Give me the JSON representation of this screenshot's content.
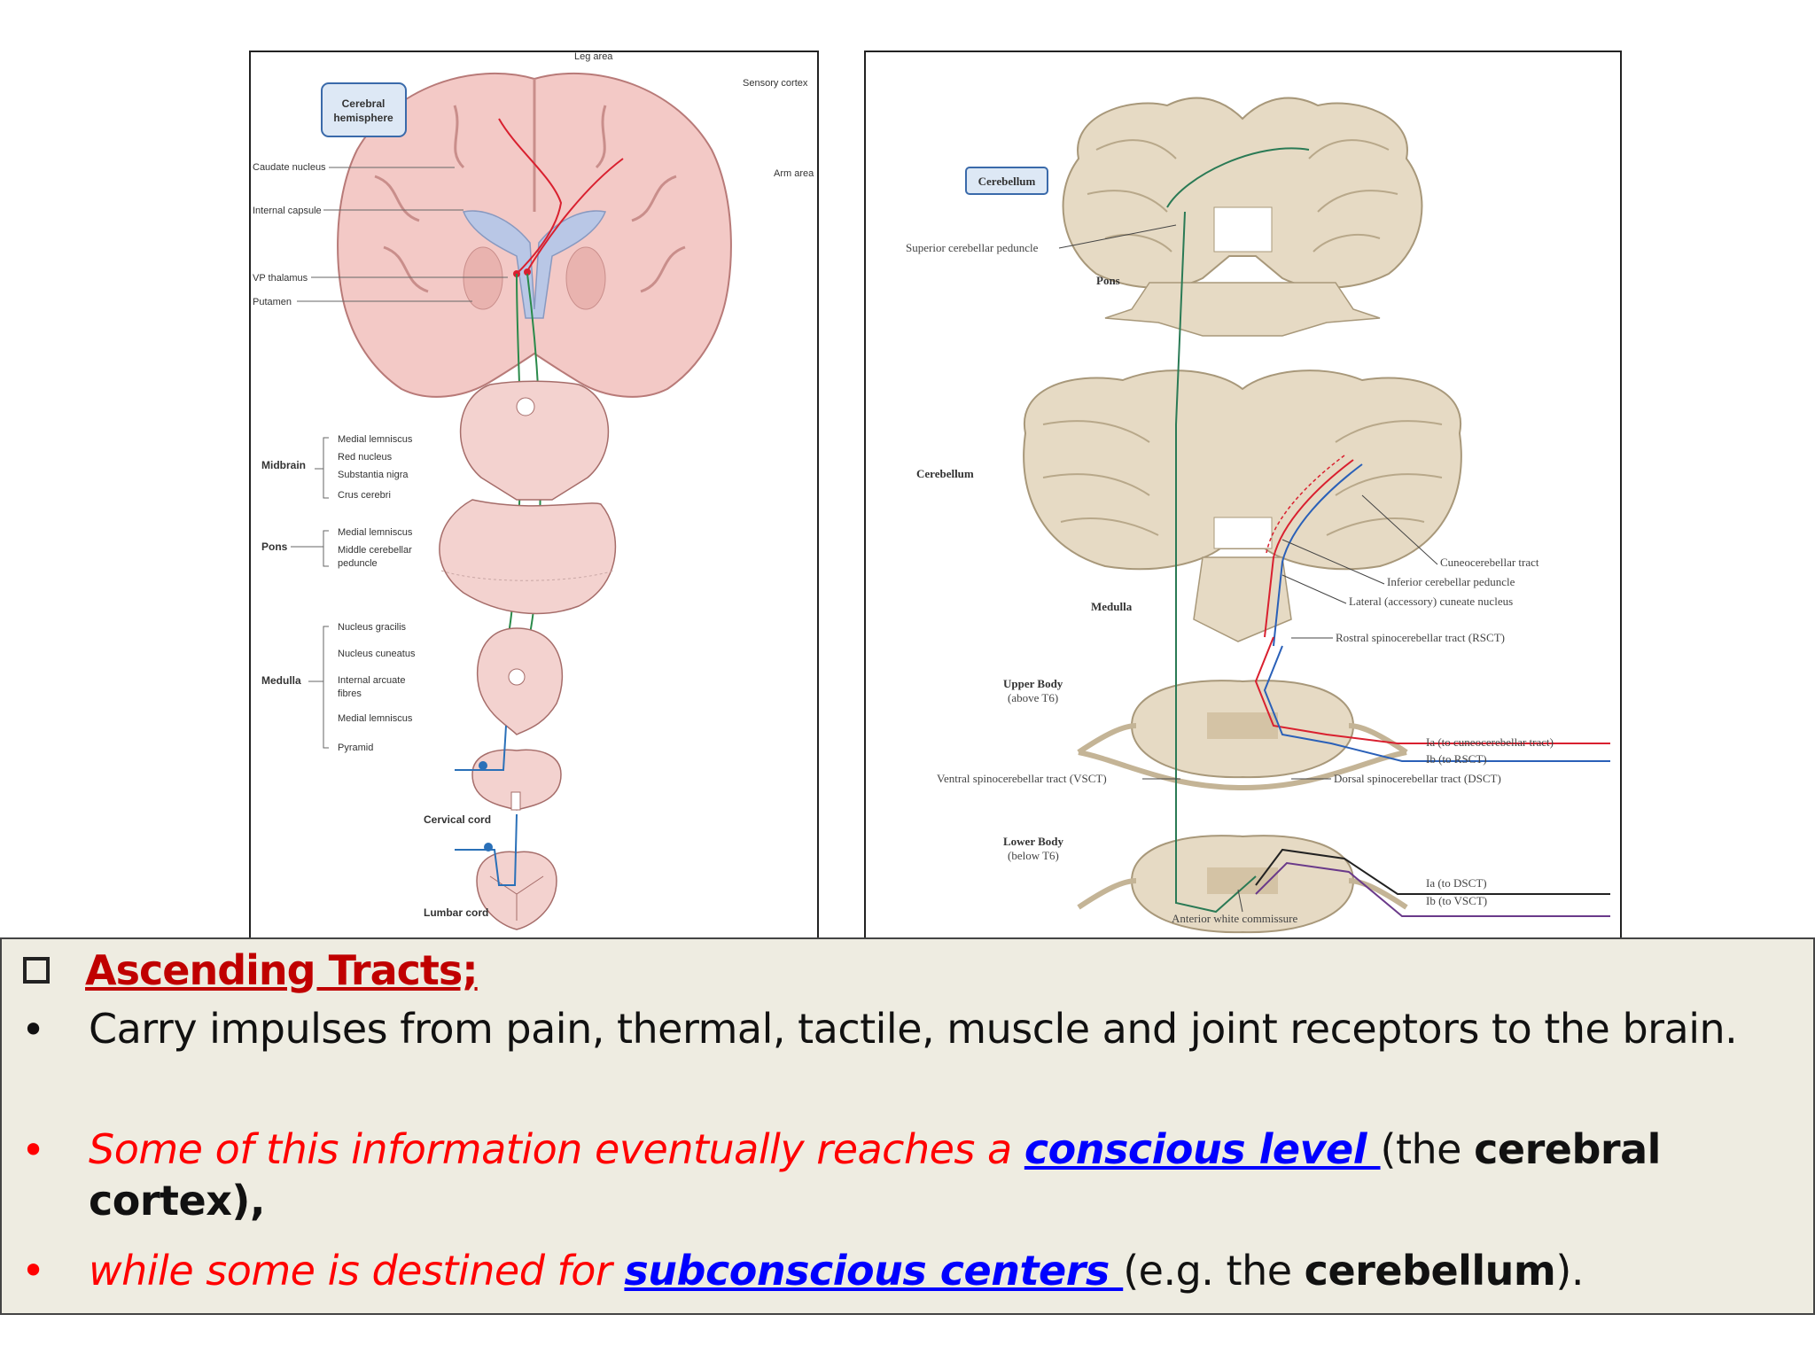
{
  "left_diagram": {
    "labels": {
      "leg_area": "Leg area",
      "sensory_cortex": "Sensory cortex",
      "cerebral_hemisphere_1": "Cerebral",
      "cerebral_hemisphere_2": "hemisphere",
      "caudate_nucleus": "Caudate nucleus",
      "arm_area": "Arm area",
      "internal_capsule": "Internal capsule",
      "vp_thalamus": "VP thalamus",
      "putamen": "Putamen",
      "midbrain": "Midbrain",
      "medial_lemniscus_1": "Medial lemniscus",
      "red_nucleus": "Red nucleus",
      "substantia_nigra": "Substantia nigra",
      "crus_cerebri": "Crus cerebri",
      "pons": "Pons",
      "medial_lemniscus_2": "Medial lemniscus",
      "middle_cerebellar_1": "Middle cerebellar",
      "middle_cerebellar_2": "peduncle",
      "medulla": "Medulla",
      "nucleus_gracilis": "Nucleus gracilis",
      "nucleus_cuneatus": "Nucleus cuneatus",
      "internal_arcuate_1": "Internal arcuate",
      "internal_arcuate_2": "fibres",
      "medial_lemniscus_3": "Medial lemniscus",
      "pyramid": "Pyramid",
      "cervical_cord": "Cervical cord",
      "lumbar_cord": "Lumbar cord"
    }
  },
  "right_diagram": {
    "labels": {
      "cerebellum_box": "Cerebellum",
      "superior_peduncle": "Superior cerebellar peduncle",
      "pons": "Pons",
      "cerebellum": "Cerebellum",
      "cuneocerebellar": "Cuneocerebellar tract",
      "inferior_peduncle": "Inferior cerebellar peduncle",
      "lateral_cuneate": "Lateral (accessory) cuneate nucleus",
      "medulla": "Medulla",
      "rsct": "Rostral spinocerebellar tract (RSCT)",
      "upper_body_1": "Upper Body",
      "upper_body_2": "(above T6)",
      "ia_cuneo": "Ia (to cuneocerebellar tract)",
      "ib_rsct": "Ib (to RSCT)",
      "vsct": "Ventral spinocerebellar tract (VSCT)",
      "dsct": "Dorsal spinocerebellar tract (DSCT)",
      "lower_body_1": "Lower Body",
      "lower_body_2": "(below T6)",
      "ia_dsct": "Ia (to DSCT)",
      "ib_vsct": "Ib (to VSCT)",
      "anterior_commissure": "Anterior white commissure"
    }
  },
  "text_box": {
    "heading": "Ascending Tracts;",
    "bullet_symbol": "•",
    "b1": "Carry impulses from pain, thermal, tactile, muscle and joint receptors to the brain.",
    "b2_red": "Some of this information eventually reaches a ",
    "b2_link": "conscious level ",
    "b2_normal": "(the ",
    "b2_bold": "cerebral cortex),",
    "b3_red": "while some is destined for ",
    "b3_link": "subconscious centers ",
    "b3_normal": "(e.g. the ",
    "b3_bold": "cerebellum",
    "b3_end": ")."
  }
}
